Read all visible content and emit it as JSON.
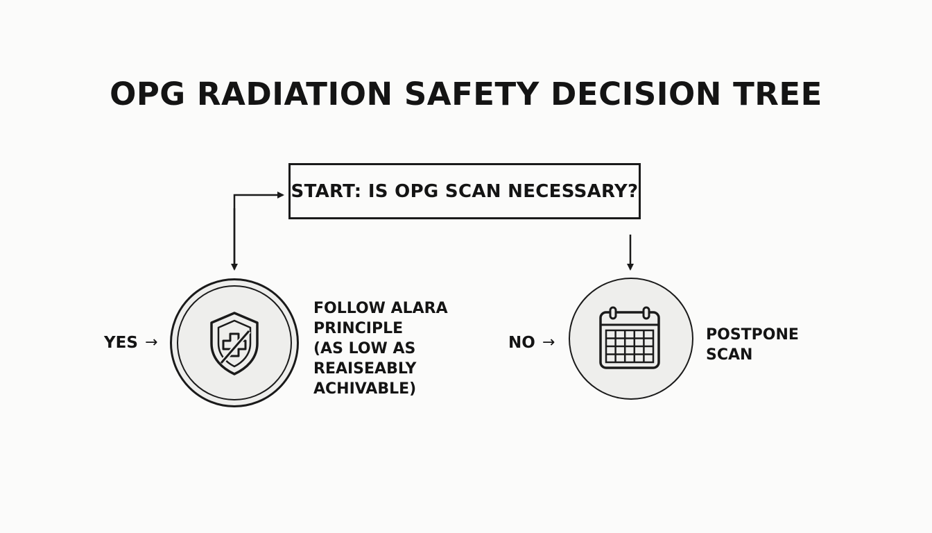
{
  "title": "OPG RADIATION SAFETY DECISION TREE",
  "start_node": {
    "label": "START: IS OPG SCAN NECESSARY?"
  },
  "branches": {
    "yes": {
      "label": "YES",
      "arrow": "→",
      "icon": "shield-cross-icon",
      "result": "FOLLOW ALARA\nPRINCIPLE\n(AS LOW AS\nREAISEABLY\nACHIVABLE)"
    },
    "no": {
      "label": "NO",
      "arrow": "→",
      "icon": "calendar-icon",
      "result": "POSTPONE\nSCAN"
    }
  },
  "colors": {
    "background": "#fbfbfa",
    "ink": "#141414",
    "node_fill": "#eeeeec"
  }
}
